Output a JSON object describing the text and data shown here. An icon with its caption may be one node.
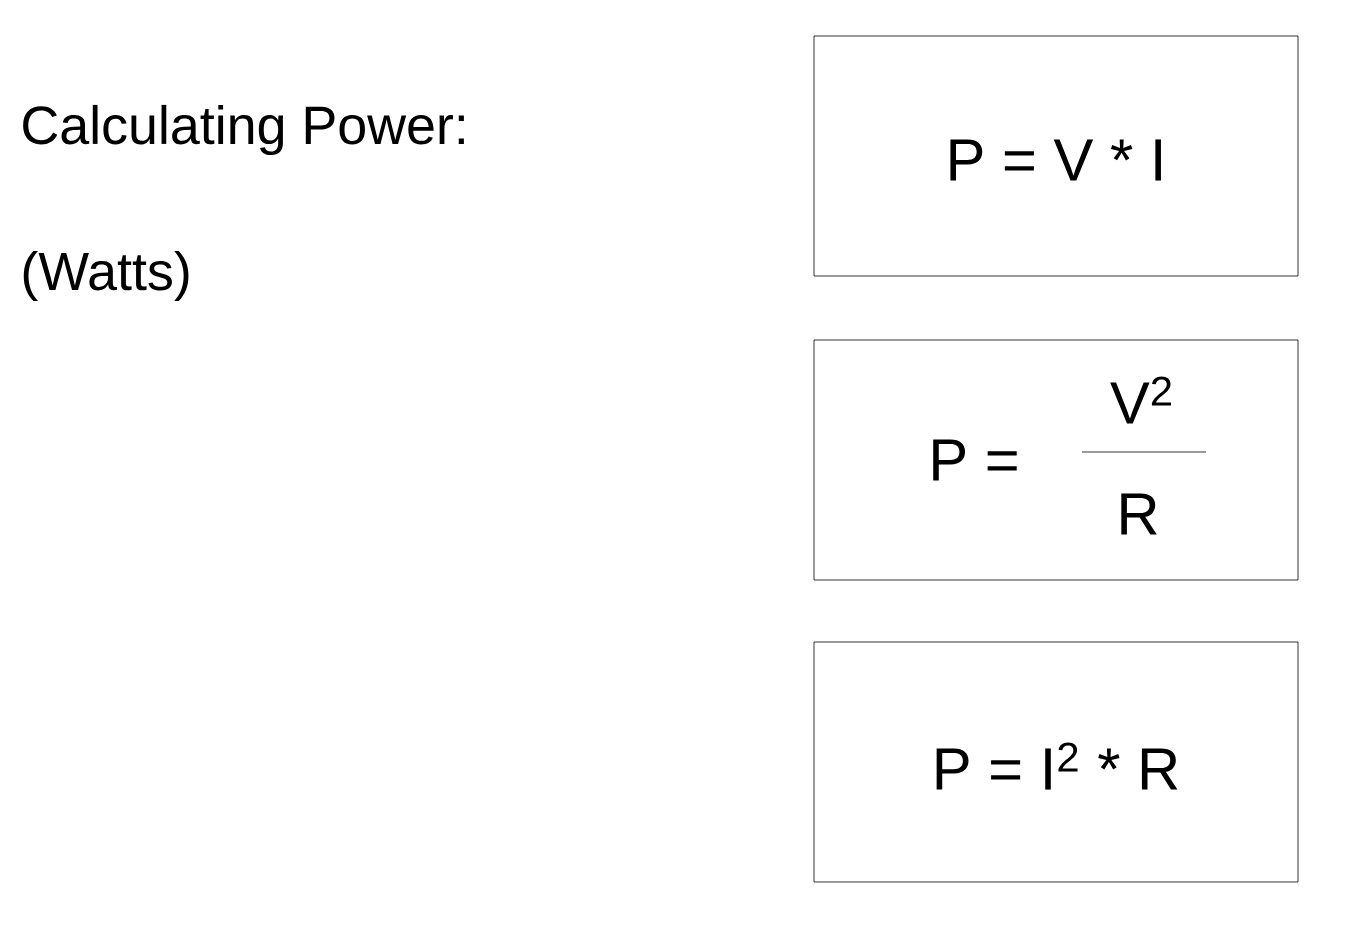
{
  "diagram": {
    "title": "Calculating Power:",
    "nodes": [
      {
        "text": [
          "P = V * I"
        ]
      },
      {
        "text": [
          "P =",
          "V$^{2}$",
          "R"
        ]
      },
      {
        "text": [
          "P = I$^{2}$ * R"
        ]
      }
    ],
    "labels": [
      "(Watts)"
    ]
  }
}
